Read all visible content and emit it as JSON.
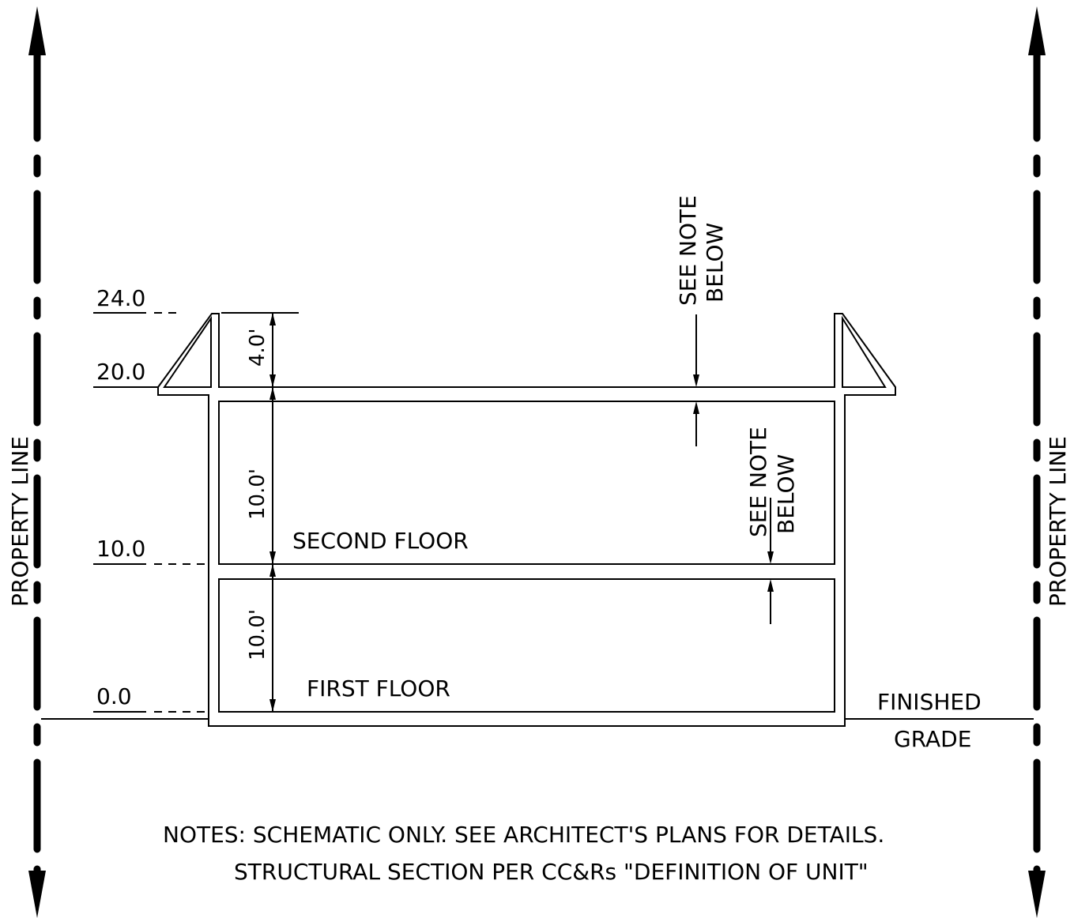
{
  "property_lines": {
    "left_label": "PROPERTY LINE",
    "right_label": "PROPERTY LINE"
  },
  "elevations": [
    "24.0",
    "20.0",
    "10.0",
    "0.0"
  ],
  "dimensions": [
    "4.0'",
    "10.0'",
    "10.0'"
  ],
  "floors": {
    "second": "SECOND FLOOR",
    "first": "FIRST FLOOR"
  },
  "see_note_top": {
    "line1": "SEE NOTE",
    "line2": "BELOW"
  },
  "see_note_mid": {
    "line1": "SEE NOTE",
    "line2": "BELOW"
  },
  "finished_grade": {
    "line1": "FINISHED",
    "line2": "GRADE"
  },
  "notes": {
    "line1": "NOTES: SCHEMATIC ONLY. SEE ARCHITECT'S PLANS FOR DETAILS.",
    "line2": "STRUCTURAL SECTION PER CC&Rs \"DEFINITION OF UNIT\""
  }
}
